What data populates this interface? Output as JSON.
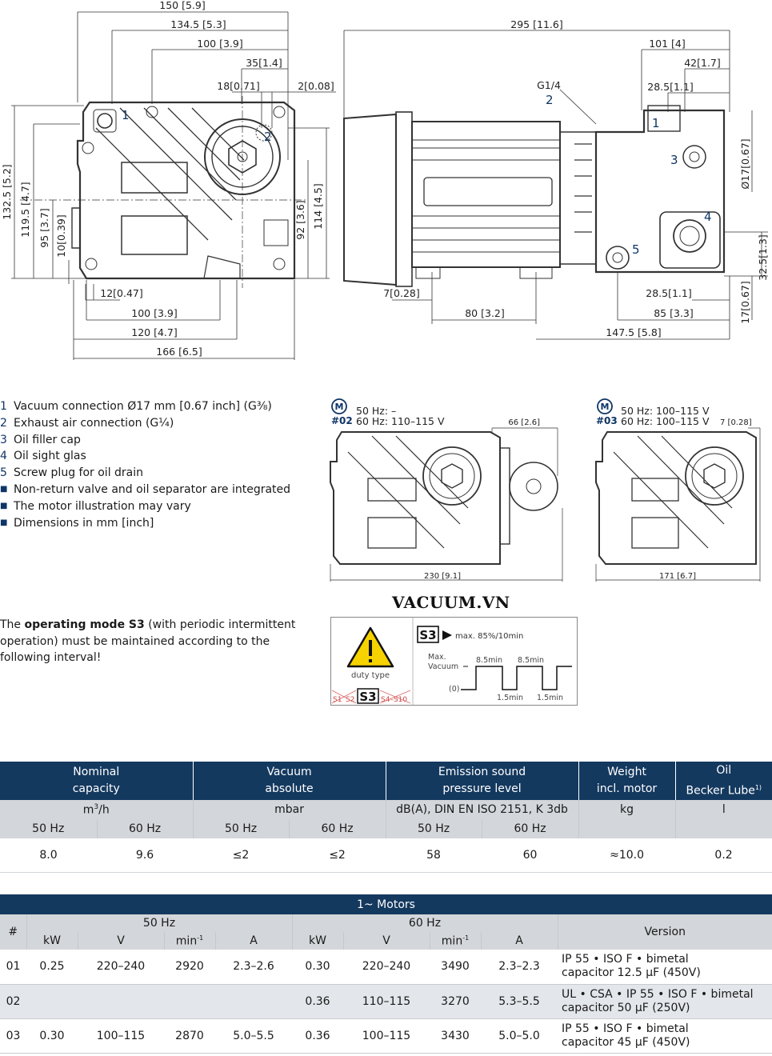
{
  "drawing": {
    "top_dims": [
      "150 [5.9]",
      "134.5 [5.3]",
      "100 [3.9]",
      "35[1.4]",
      "18[0.71]",
      "2[0.08]"
    ],
    "left_dims": [
      "132.5 [5.2]",
      "119.5 [4.7]",
      "95 [3.7]",
      "10[0.39]"
    ],
    "right_dims": [
      "92 [3.6]",
      "114 [4.5]"
    ],
    "bottom_dims": [
      "12[0.47]",
      "100 [3.9]",
      "120 [4.7]",
      "166 [6.5]"
    ],
    "side_top": [
      "295 [11.6]",
      "101 [4]",
      "42[1.7]",
      "28.5[1.1]"
    ],
    "side_g": "G1/4",
    "side_right": [
      "Ø17[0.67]",
      "32.5[1.3]",
      "17[0.67]"
    ],
    "side_bottom": [
      "7[0.28]",
      "80 [3.2]",
      "28.5[1.1]",
      "85 [3.3]",
      "147.5 [5.8]"
    ],
    "callouts": [
      "1",
      "2",
      "3",
      "4",
      "5"
    ]
  },
  "legend": [
    {
      "num": "1",
      "text": "Vacuum connection Ø17 mm [0.67 inch] (G⅜)"
    },
    {
      "num": "2",
      "text": "Exhaust air connection (G¼)"
    },
    {
      "num": "3",
      "text": "Oil filler cap"
    },
    {
      "num": "4",
      "text": "Oil sight glas"
    },
    {
      "num": "5",
      "text": "Screw plug for oil drain"
    }
  ],
  "notes": [
    "Non-return valve and oil separator are integrated",
    "The motor illustration may vary",
    "Dimensions in mm [inch]"
  ],
  "variants": [
    {
      "m": "M",
      "code": "#02",
      "hz50": "50 Hz: –",
      "hz60": "60 Hz: 110–115 V",
      "dim_side": "66 [2.6]",
      "dim_width": "230 [9.1]"
    },
    {
      "m": "M",
      "code": "#03",
      "hz50": "50 Hz: 100–115 V",
      "hz60": "60 Hz: 100–115 V",
      "dim_side": "7 [0.28]",
      "dim_width": "171 [6.7]"
    }
  ],
  "brand": "VACUUM.VN",
  "operating_mode": {
    "pre": "The ",
    "bold": "operating mode S3",
    "post": " (with periodic intermittent operation) must be maintained according to the following interval!"
  },
  "duty": {
    "label": "duty type",
    "codes": [
      "S1",
      "S2",
      "S3",
      "S4–S10"
    ],
    "s3": "S3",
    "max": "max. 85%/10min",
    "maxvac1": "Max.",
    "maxvac2": "Vacuum",
    "zero": "(0)",
    "on1": "8.5min",
    "on2": "8.5min",
    "off1": "1.5min",
    "off2": "1.5min"
  },
  "spec": {
    "headers": [
      {
        "l1": "Nominal",
        "l2": "capacity"
      },
      {
        "l1": "Vacuum",
        "l2": "absolute"
      },
      {
        "l1": "Emission sound",
        "l2": "pressure level"
      },
      {
        "l1": "Weight",
        "l2": "incl. motor"
      },
      {
        "l1": "Oil",
        "l2": "Becker Lube",
        "sup": "1)"
      }
    ],
    "units": {
      "cap_base": "m",
      "cap_sup": "3",
      "cap_rest": "/h",
      "vac": "mbar",
      "sound": "dB(A), DIN EN ISO 2151, K 3db",
      "weight": "kg",
      "oil": "l"
    },
    "hz": [
      "50 Hz",
      "60 Hz",
      "50 Hz",
      "60 Hz",
      "50 Hz",
      "60 Hz"
    ],
    "values": [
      "8.0",
      "9.6",
      "≤2",
      "≤2",
      "58",
      "60",
      "≈10.0",
      "0.2"
    ]
  },
  "motors": {
    "title": "1~ Motors",
    "hash": "#",
    "hz50": "50 Hz",
    "hz60": "60 Hz",
    "version": "Version",
    "cols": [
      "kW",
      "V",
      "min",
      "A",
      "kW",
      "V",
      "min",
      "A"
    ],
    "min_sup": "-1",
    "rows": [
      {
        "id": "01",
        "c": [
          "0.25",
          "220–240",
          "2920",
          "2.3–2.6",
          "0.30",
          "220–240",
          "3490",
          "2.3–2.3"
        ],
        "v1": "IP 55 • ISO F • bimetal",
        "v2": "capacitor 12.5 µF (450V)"
      },
      {
        "id": "02",
        "c": [
          "",
          "",
          "",
          "",
          "0.36",
          "110–115",
          "3270",
          "5.3–5.5"
        ],
        "v1": "UL • CSA • IP 55 • ISO F • bimetal",
        "v2": "capacitor 50 µF (250V)"
      },
      {
        "id": "03",
        "c": [
          "0.30",
          "100–115",
          "2870",
          "5.0–5.5",
          "0.36",
          "100–115",
          "3430",
          "5.0–5.0"
        ],
        "v1": "IP 55 • ISO F • bimetal",
        "v2": "capacitor 45 µF (450V)"
      }
    ]
  }
}
